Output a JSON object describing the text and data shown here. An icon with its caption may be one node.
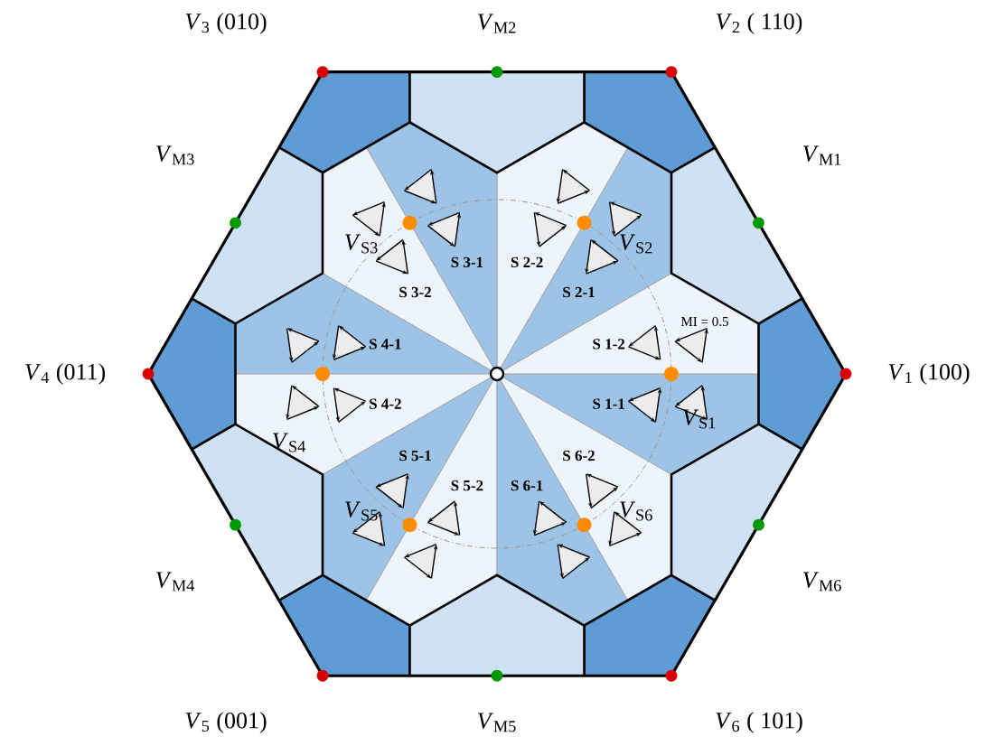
{
  "diagram": {
    "nodes": [
      {
        "text": [
          "S 1-1"
        ]
      },
      {
        "text": [
          "S 1-2"
        ]
      },
      {
        "text": [
          "S 2-1"
        ]
      },
      {
        "text": [
          "S 2-2"
        ]
      },
      {
        "text": [
          "S 3-1"
        ]
      },
      {
        "text": [
          "S 3-2"
        ]
      },
      {
        "text": [
          "S 4-1"
        ]
      },
      {
        "text": [
          "S 4-2"
        ]
      },
      {
        "text": [
          "S 5-1"
        ]
      },
      {
        "text": [
          "S 5-2"
        ]
      },
      {
        "text": [
          "S 6-1"
        ]
      },
      {
        "text": [
          "S 6-2"
        ]
      }
    ],
    "labels": [
      "*V*$_{3}$ (010)",
      "*V*$_{M2}$",
      "*V*$_{2}$ ( 110)",
      "*V*$_{M3}$",
      "*V*$_{M1}$",
      "*V*$_{S3}$",
      "*V*$_{S2}$",
      "MI = 0.5",
      "*V*$_{4}$ (011)",
      "*V*$_{1}$ (100)",
      "*V*$_{S4}$",
      "*V*$_{S1}$",
      "*V*$_{M4}$",
      "*V*$_{M6}$",
      "*V*$_{S5}$",
      "*V*$_{S6}$",
      "*V*$_{5}$ (001)",
      "*V*$_{M5}$",
      "*V*$_{6}$ ( 101)"
    ]
  }
}
